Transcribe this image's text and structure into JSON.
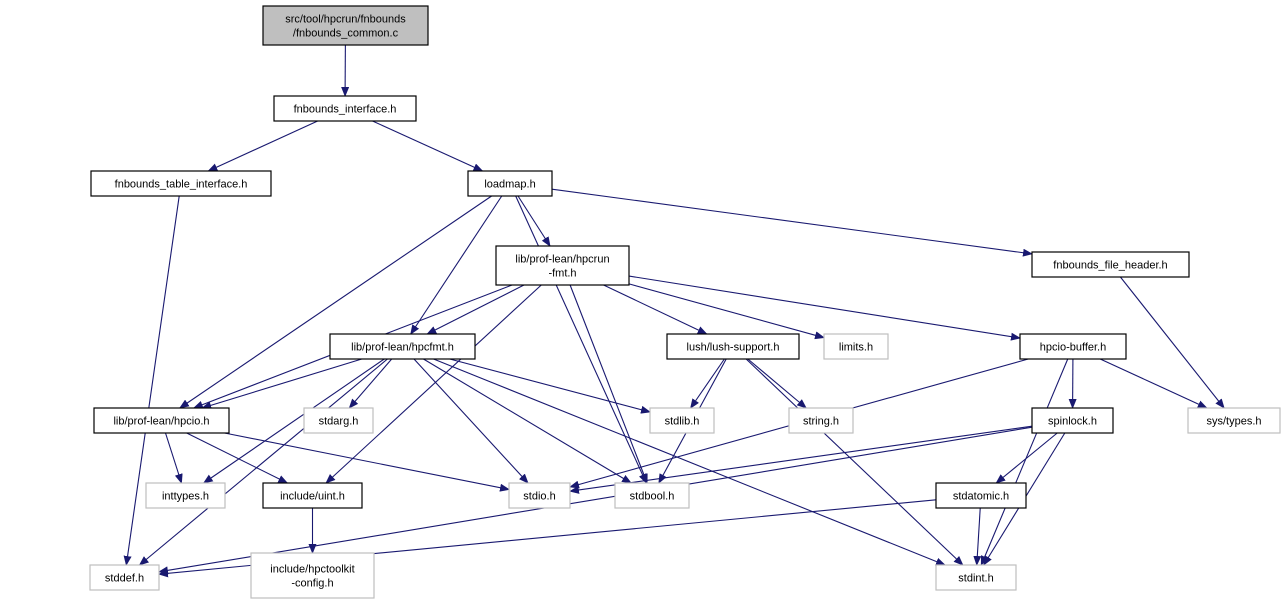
{
  "colors": {
    "edge": "#191970",
    "root_fill": "#bfbfbf",
    "documented_border": "#000000",
    "undocumented_border": "#bfbfbf"
  },
  "nodes": [
    {
      "id": "root",
      "lines": [
        "src/tool/hpcrun/fnbounds",
        "/fnbounds_common.c"
      ],
      "kind": "root"
    },
    {
      "id": "fi",
      "lines": [
        "fnbounds_interface.h"
      ],
      "kind": "doc"
    },
    {
      "id": "fti",
      "lines": [
        "fnbounds_table_interface.h"
      ],
      "kind": "doc"
    },
    {
      "id": "loadmap",
      "lines": [
        "loadmap.h"
      ],
      "kind": "doc"
    },
    {
      "id": "hpcrunfmt",
      "lines": [
        "lib/prof-lean/hpcrun",
        "-fmt.h"
      ],
      "kind": "doc"
    },
    {
      "id": "ffh",
      "lines": [
        "fnbounds_file_header.h"
      ],
      "kind": "doc"
    },
    {
      "id": "hpcfmt",
      "lines": [
        "lib/prof-lean/hpcfmt.h"
      ],
      "kind": "doc"
    },
    {
      "id": "lush",
      "lines": [
        "lush/lush-support.h"
      ],
      "kind": "doc"
    },
    {
      "id": "limits",
      "lines": [
        "limits.h"
      ],
      "kind": "ext"
    },
    {
      "id": "hpciobuf",
      "lines": [
        "hpcio-buffer.h"
      ],
      "kind": "doc"
    },
    {
      "id": "hpcio",
      "lines": [
        "lib/prof-lean/hpcio.h"
      ],
      "kind": "doc"
    },
    {
      "id": "stdarg",
      "lines": [
        "stdarg.h"
      ],
      "kind": "ext"
    },
    {
      "id": "stdlib",
      "lines": [
        "stdlib.h"
      ],
      "kind": "ext"
    },
    {
      "id": "string",
      "lines": [
        "string.h"
      ],
      "kind": "ext"
    },
    {
      "id": "spinlock",
      "lines": [
        "spinlock.h"
      ],
      "kind": "doc"
    },
    {
      "id": "systypes",
      "lines": [
        "sys/types.h"
      ],
      "kind": "ext"
    },
    {
      "id": "inttypes",
      "lines": [
        "inttypes.h"
      ],
      "kind": "ext"
    },
    {
      "id": "uint",
      "lines": [
        "include/uint.h"
      ],
      "kind": "doc"
    },
    {
      "id": "stdio",
      "lines": [
        "stdio.h"
      ],
      "kind": "ext"
    },
    {
      "id": "stdbool",
      "lines": [
        "stdbool.h"
      ],
      "kind": "ext"
    },
    {
      "id": "stdatomic",
      "lines": [
        "stdatomic.h"
      ],
      "kind": "doc"
    },
    {
      "id": "stddef",
      "lines": [
        "stddef.h"
      ],
      "kind": "ext"
    },
    {
      "id": "hpctk",
      "lines": [
        "include/hpctoolkit",
        "-config.h"
      ],
      "kind": "ext"
    },
    {
      "id": "stdint",
      "lines": [
        "stdint.h"
      ],
      "kind": "ext"
    }
  ],
  "edges": [
    [
      "root",
      "fi"
    ],
    [
      "fi",
      "fti"
    ],
    [
      "fi",
      "loadmap"
    ],
    [
      "fti",
      "stddef"
    ],
    [
      "loadmap",
      "hpcrunfmt"
    ],
    [
      "loadmap",
      "hpcfmt"
    ],
    [
      "loadmap",
      "hpcio"
    ],
    [
      "loadmap",
      "ffh"
    ],
    [
      "loadmap",
      "stdbool"
    ],
    [
      "hpcrunfmt",
      "hpcfmt"
    ],
    [
      "hpcrunfmt",
      "hpcio"
    ],
    [
      "hpcrunfmt",
      "uint"
    ],
    [
      "hpcrunfmt",
      "stdbool"
    ],
    [
      "hpcrunfmt",
      "lush"
    ],
    [
      "hpcrunfmt",
      "limits"
    ],
    [
      "hpcrunfmt",
      "hpciobuf"
    ],
    [
      "ffh",
      "systypes"
    ],
    [
      "hpcfmt",
      "hpcio"
    ],
    [
      "hpcfmt",
      "stddef"
    ],
    [
      "hpcfmt",
      "stdarg"
    ],
    [
      "hpcfmt",
      "inttypes"
    ],
    [
      "hpcfmt",
      "stdio"
    ],
    [
      "hpcfmt",
      "stdbool"
    ],
    [
      "hpcfmt",
      "stdlib"
    ],
    [
      "hpcfmt",
      "stdint"
    ],
    [
      "hpcio",
      "inttypes"
    ],
    [
      "hpcio",
      "uint"
    ],
    [
      "hpcio",
      "stdio"
    ],
    [
      "lush",
      "stdlib"
    ],
    [
      "lush",
      "string"
    ],
    [
      "lush",
      "stdbool"
    ],
    [
      "lush",
      "stdint"
    ],
    [
      "hpciobuf",
      "spinlock"
    ],
    [
      "hpciobuf",
      "systypes"
    ],
    [
      "hpciobuf",
      "stdint"
    ],
    [
      "hpciobuf",
      "stdio"
    ],
    [
      "spinlock",
      "stdio"
    ],
    [
      "spinlock",
      "stddef"
    ],
    [
      "spinlock",
      "stdatomic"
    ],
    [
      "spinlock",
      "stdint"
    ],
    [
      "stdatomic",
      "stddef"
    ],
    [
      "stdatomic",
      "stdint"
    ],
    [
      "uint",
      "hpctk"
    ]
  ]
}
